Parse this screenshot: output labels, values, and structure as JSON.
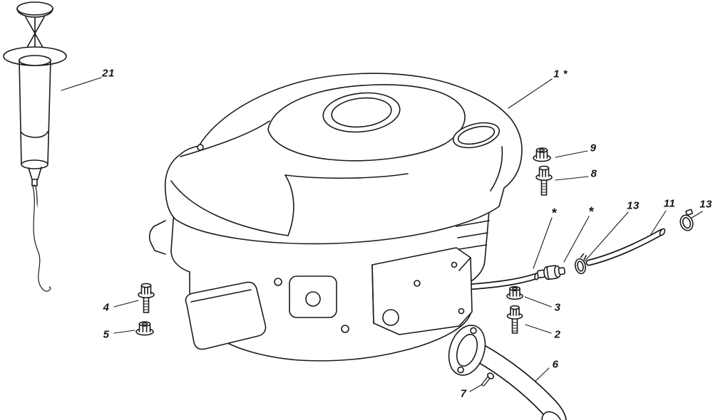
{
  "figure": {
    "type": "exploded-parts-diagram",
    "subject": "engine-assembly",
    "background_color": "#ffffff",
    "line_color": "#1a1a1a",
    "label_color": "#141414"
  },
  "labels": [
    {
      "id": "21",
      "text": "21"
    },
    {
      "id": "1-star",
      "text": "1 *"
    },
    {
      "id": "9",
      "text": "9"
    },
    {
      "id": "8",
      "text": "8"
    },
    {
      "id": "star-a",
      "text": "*"
    },
    {
      "id": "star-b",
      "text": "*"
    },
    {
      "id": "13-a",
      "text": "13"
    },
    {
      "id": "11",
      "text": "11"
    },
    {
      "id": "13-b",
      "text": "13"
    },
    {
      "id": "4",
      "text": "4"
    },
    {
      "id": "5",
      "text": "5"
    },
    {
      "id": "3",
      "text": "3"
    },
    {
      "id": "2",
      "text": "2"
    },
    {
      "id": "6",
      "text": "6"
    },
    {
      "id": "7",
      "text": "7"
    }
  ]
}
